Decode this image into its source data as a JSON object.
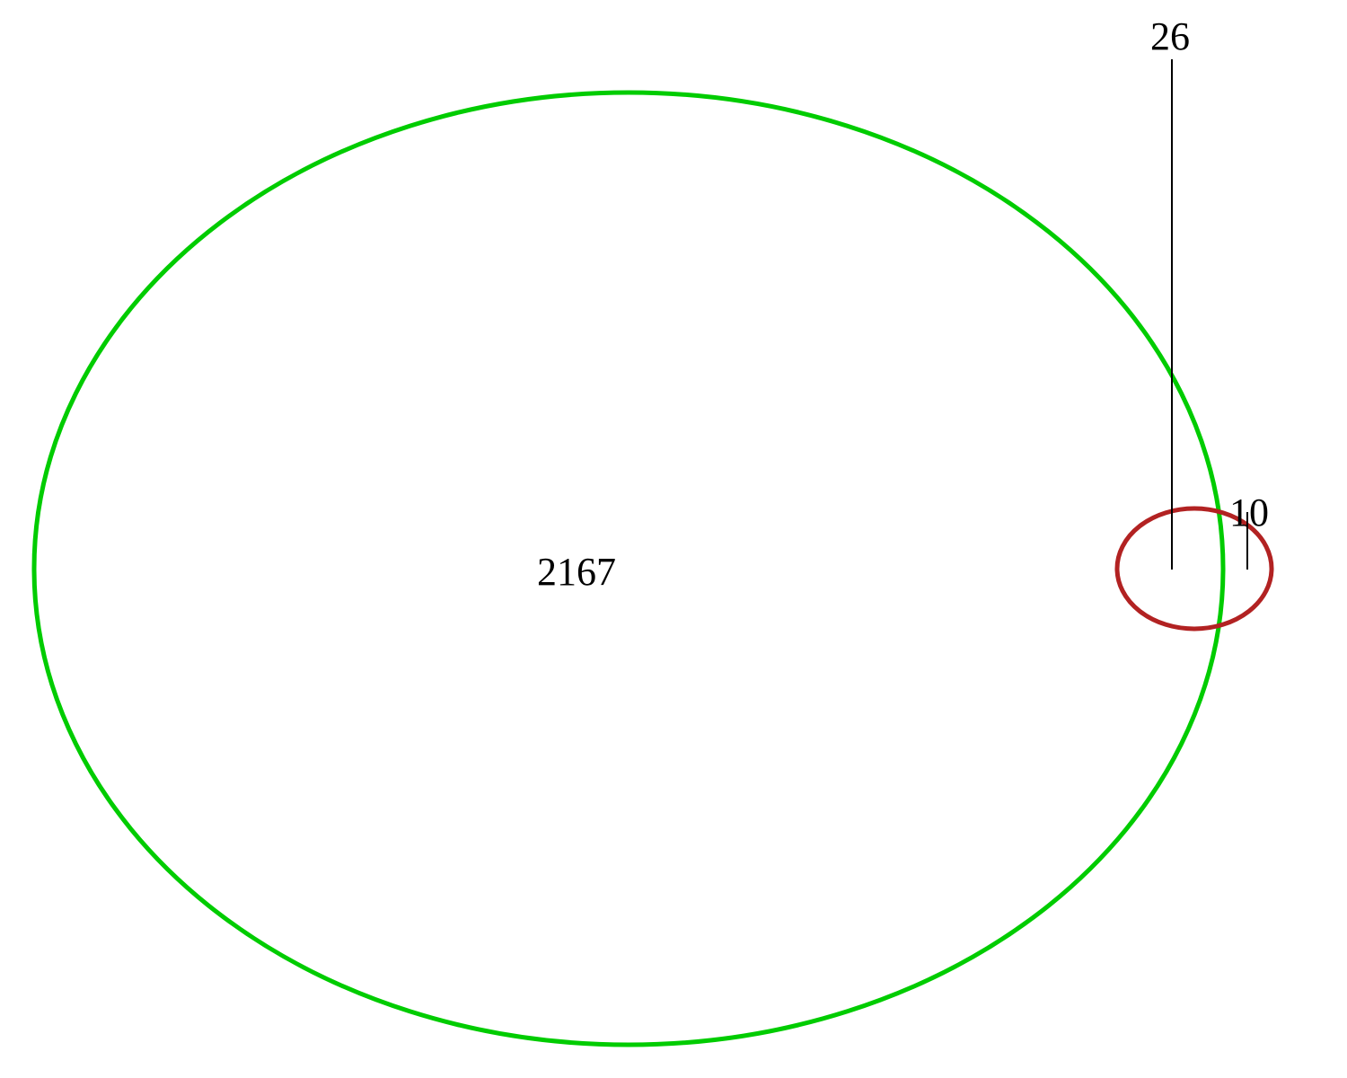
{
  "sets": [
    {
      "color": "#00cc00",
      "region_count": "2167"
    },
    {
      "color": "#b22222",
      "region_count": "10"
    }
  ],
  "intersection_count": "26",
  "label_color": "#000000"
}
